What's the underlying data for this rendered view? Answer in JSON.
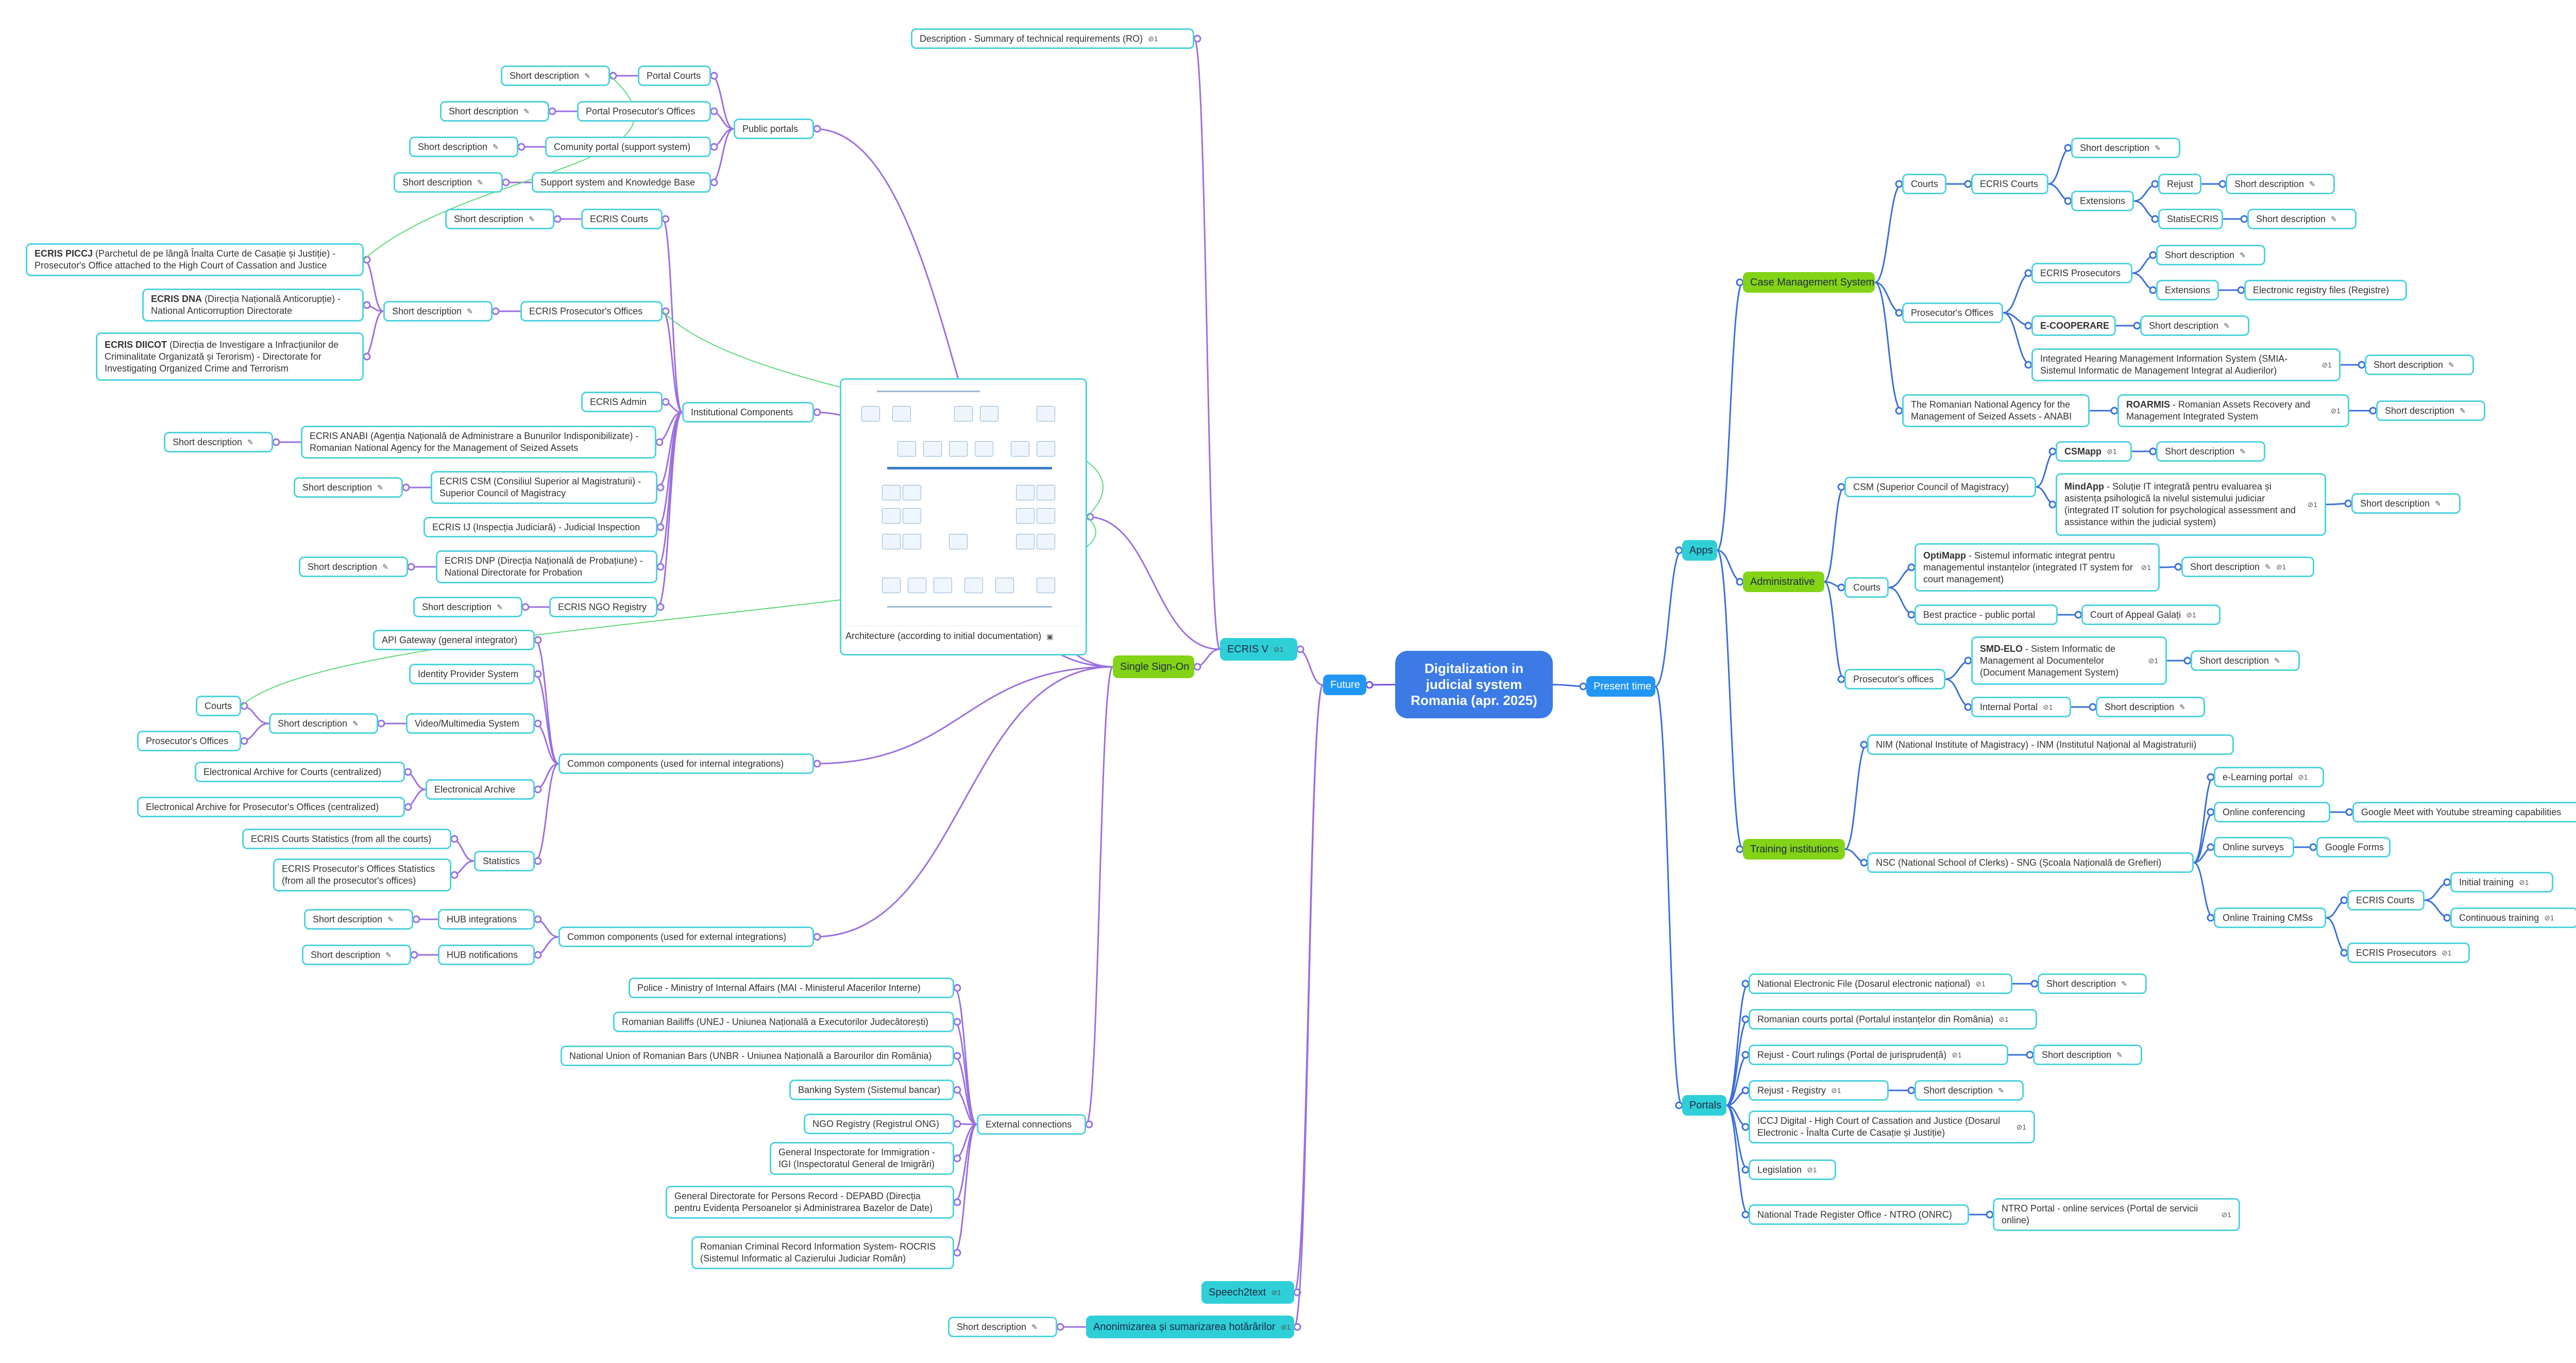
{
  "root": {
    "line1": "Digitalization in judicial system",
    "line2": "Romania (apr. 2025)"
  },
  "present": "Present time",
  "future": "Future",
  "apps": "Apps",
  "portals": "Portals",
  "case_mgmt": "Case Management System",
  "administrative": "Administrative",
  "training": "Training institutions",
  "cms": {
    "courts": "Courts",
    "ecris_courts": "ECRIS Courts",
    "short": "Short description",
    "extensions": "Extensions",
    "rejust": "Rejust",
    "statisecris": "StatisECRIS",
    "prosecutors": "Prosecutor's Offices",
    "ecris_prosecutors": "ECRIS Prosecutors",
    "electronic_registry": "Electronic registry files (Registre)",
    "ecooperare": "E-COOPERARE",
    "smia": "Integrated Hearing Management Information System (SMIA- Sistemul Informatic de Management Integrat al Audierilor)",
    "anabi": "The Romanian National Agency for the Management of Seized  Assets - ANABI",
    "roarmis_b": "ROARMIS",
    "roarmis": " - Romanian Assets Recovery and Management Integrated System"
  },
  "admin": {
    "csm": "CSM (Superior Council of Magistracy)",
    "csmapp": "CSMapp",
    "mindapp_b": "MindApp",
    "mindapp": " - Soluție IT integrată pentru evaluarea și asistența psihologică la nivelul sistemului judiciar (integrated IT solution for psychological assessment and assistance within the judicial system)",
    "courts": "Courts",
    "optimapp_b": "OptiMapp",
    "optimapp": " - Sistemul informatic integrat pentru managementul instanțelor (integrated IT system for court management)",
    "best_practice": "Best practice - public portal",
    "galati": "Court of Appeal Galați",
    "prosecutors": "Prosecutor's offices",
    "smdelo_b": "SMD-ELO",
    "smdelo": " - Sistem Informatic de Management al Documentelor (Document Management System)",
    "internal_portal": "Internal Portal"
  },
  "train": {
    "nim": "NIM (National Institute of Magistracy) - INM (Institutul Național al Magistraturii)",
    "nsc": "NSC (National School of Clerks) - SNG (Școala Națională de Grefieri)",
    "elearning": "e-Learning portal",
    "conferencing": "Online conferencing",
    "gmeet": "Google Meet with Youtube streaming capabilities",
    "surveys": "Online surveys",
    "gforms": "Google Forms",
    "cms": "Online Training CMSs",
    "ecris_courts": "ECRIS Courts",
    "initial": "Initial training",
    "continuous": "Continuous training",
    "ecris_prosecutors": "ECRIS Prosecutors"
  },
  "port": {
    "nef": "National Electronic File (Dosarul electronic național)",
    "courts_portal": "Romanian courts portal (Portalul instanțelor din România)",
    "rejust_rulings": "Rejust - Court rulings (Portal de jurisprudență)",
    "rejust_registry": "Rejust - Registry",
    "iccj": "ICCJ Digital - High Court of Cassation and Justice (Dosarul Electronic - Înalta Curte de Casație și Justiție)",
    "legislation": "Legislation",
    "ntro": "National Trade Register Office - NTRO (ONRC)",
    "ntro_portal": "NTRO Portal - online services (Portal de servicii online)"
  },
  "fut": {
    "ecris_v": "ECRIS V",
    "speech": "Speech2text",
    "anonim": "Anonimizarea și sumarizarea hotărârilor",
    "description": "Description - Summary of technical requirements (RO)",
    "sso": "Single Sign-On",
    "architecture": "Architecture (according to initial documentation)",
    "public_portals": "Public portals",
    "portal_courts": "Portal Courts",
    "portal_prosecutors": "Portal Prosecutor's Offices",
    "community": "Comunity portal (support system)",
    "support": "Support system and Knowledge Base",
    "institutional": "Institutional Components",
    "ecris_courts": "ECRIS Courts",
    "ecris_prosecutors": "ECRIS Prosecutor's Offices",
    "piccj_b": "ECRIS PICCJ",
    "piccj": " (Parchetul de pe lângă Înalta Curte de Casație și Justiție) - Prosecutor's Office attached to the High Court of Cassation and Justice",
    "dna_b": "ECRIS DNA",
    "dna": " (Direcția Națională Anticorupție) - National Anticorruption Directorate",
    "diicot_b": "ECRIS DIICOT",
    "diicot": " (Direcția de Investigare a Infracțiunilor de Criminalitate Organizată și Terorism) - Directorate for Investigating Organized Crime and Terrorism",
    "admin": "ECRIS Admin",
    "anabi": "ECRIS ANABI (Agenția Națională de Administrare a Bunurilor Indisponibilizate) - Romanian National Agency for the Management of Seized Assets",
    "csm": "ECRIS CSM (Consiliul Superior al Magistraturii) - Superior Council of Magistracy",
    "ij": "ECRIS IJ (Inspecția Judiciară) - Judicial Inspection",
    "dnp": "ECRIS DNP (Direcția Națională de Probațiune) - National Directorate for Probation",
    "ngo": "ECRIS NGO Registry",
    "common_internal": "Common components (used for internal integrations)",
    "api": "API Gateway (general integrator)",
    "idp": "Identity Provider System",
    "video": "Video/Multimedia System",
    "courts": "Courts",
    "pros_offices": "Prosecutor's Offices",
    "archive": "Electronical Archive",
    "archive_courts": "Electronical Archive for Courts (centralized)",
    "archive_pros": "Electronical Archive for Prosecutor's Offices (centralized)",
    "statistics": "Statistics",
    "stat_courts": "ECRIS Courts Statistics (from all the courts)",
    "stat_pros": "ECRIS Prosecutor's Offices Statistics (from all the prosecutor's offices)",
    "common_external": "Common components (used for external integrations)",
    "hub_int": "HUB integrations",
    "hub_not": "HUB notifications",
    "external": "External connections",
    "police": "Police - Ministry of Internal Affairs (MAI - Ministerul Afacerilor Interne)",
    "bailiffs": "Romanian Bailiffs (UNEJ - Uniunea Națională a Executorilor Judecătorești)",
    "bars": "National Union of Romanian Bars (UNBR - Uniunea Națională a Barourilor din România)",
    "banking": "Banking System (Sistemul bancar)",
    "ngo_reg": "NGO Registry (Registrul ONG)",
    "igi": "General Inspectorate for Immigration - IGI (Inspectoratul General de Imigrări)",
    "depabd": "General Directorate for Persons Record - DEPABD (Direcția pentru Evidența Persoanelor și Administrarea Bazelor de Date)",
    "rocris": "Romanian Criminal Record Information System- ROCRIS (Sistemul Informatic al Cazierului Judiciar Român)"
  },
  "link_badge": "⊘1"
}
